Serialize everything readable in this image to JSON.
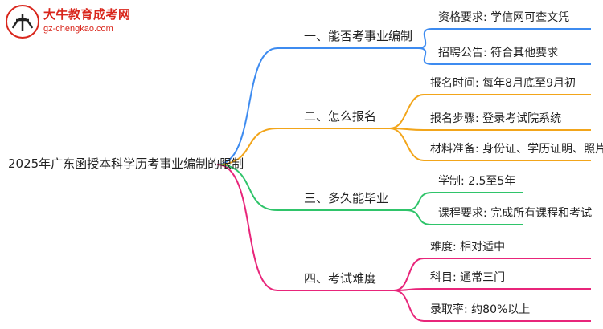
{
  "logo": {
    "title": "大牛教育成考网",
    "url": "gz-chengkao.com"
  },
  "root": {
    "label": "2025年广东函授本科学历考事业编制的限制"
  },
  "colors": {
    "blue": "#3d8bf0",
    "orange": "#f2a51a",
    "green": "#2fc46a",
    "pink": "#e8257a",
    "root_line": "#e04c8c"
  },
  "branches": [
    {
      "label": "一、能否考事业编制",
      "color": "blue",
      "leaves": [
        "资格要求: 学信网可查文凭",
        "招聘公告: 符合其他要求"
      ]
    },
    {
      "label": "二、怎么报名",
      "color": "orange",
      "leaves": [
        "报名时间: 每年8月底至9月初",
        "报名步骤: 登录考试院系统",
        "材料准备: 身份证、学历证明、照片"
      ]
    },
    {
      "label": "三、多久能毕业",
      "color": "green",
      "leaves": [
        "学制: 2.5至5年",
        "课程要求: 完成所有课程和考试"
      ]
    },
    {
      "label": "四、考试难度",
      "color": "pink",
      "leaves": [
        "难度: 相对适中",
        "科目: 通常三门",
        "录取率: 约80%以上"
      ]
    }
  ]
}
